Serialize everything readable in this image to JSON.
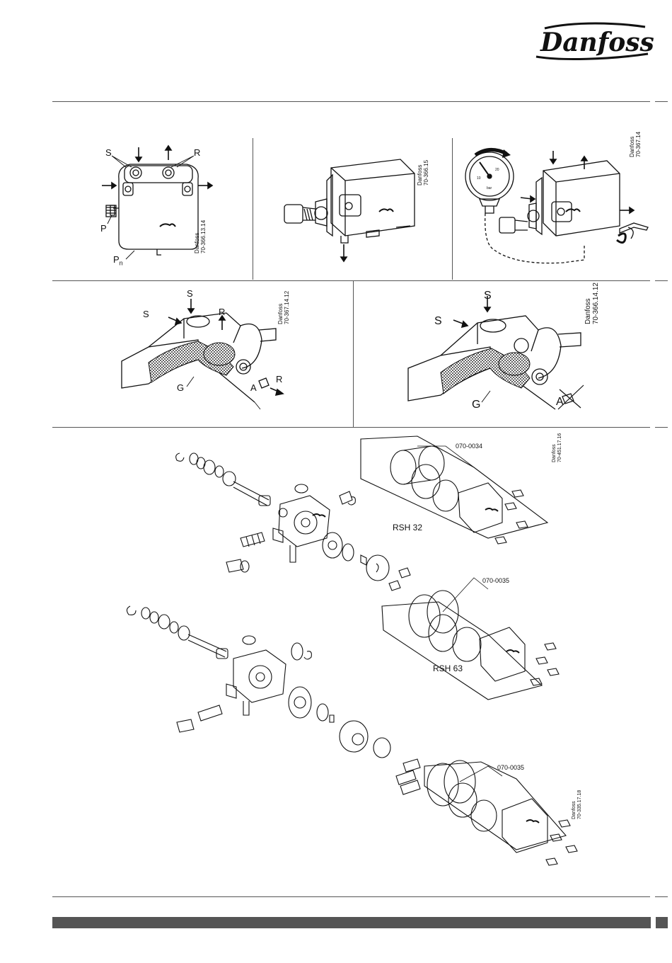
{
  "brand": {
    "logo_text": "Danfoss"
  },
  "panel1": {
    "labels": {
      "s": "S",
      "r": "R",
      "p": "P",
      "pn": "P",
      "pn_sub": "n"
    },
    "code_line1": "Danfoss",
    "code_line2": "70-366.13.14"
  },
  "panel2": {
    "code_line1": "Danfoss",
    "code_line2": "70-366.15"
  },
  "panel3": {
    "code_line1": "Danfoss",
    "code_line2": "70-367.14"
  },
  "panel4": {
    "labels": {
      "s_top": "S",
      "s_left": "S",
      "r_top": "R",
      "g": "G",
      "a": "A",
      "r_right": "R"
    },
    "code_line1": "Danfoss",
    "code_line2": "70-367.14.12"
  },
  "panel5": {
    "labels": {
      "s_top": "S",
      "s_left": "S",
      "g": "G",
      "a": "A"
    },
    "code_line1": "Danfoss",
    "code_line2": "70-366.14.12"
  },
  "exploded": {
    "kit1_code": "070-0034",
    "kit1_model": "RSH 32",
    "kit2_code": "070-0035",
    "kit2_model": "RSH 63",
    "kit3_code": "070-0035",
    "code_top_line1": "Danfoss",
    "code_top_line2": "70-451.17.16",
    "code_bottom_line1": "Danfoss",
    "code_bottom_line2": "70-335.17.18"
  }
}
